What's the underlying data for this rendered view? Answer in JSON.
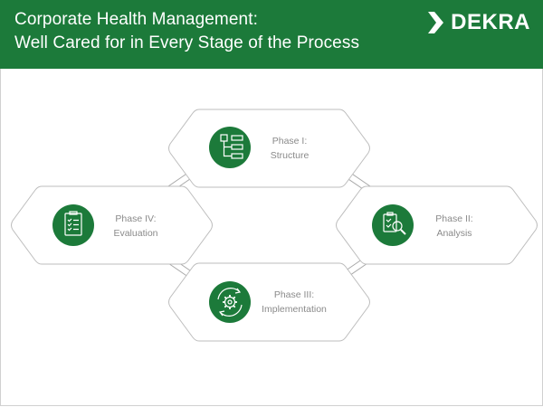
{
  "header": {
    "title_line1": "Corporate Health Management:",
    "title_line2": "Well Cared for in Every Stage of the Process",
    "logo_text": "DEKRA"
  },
  "colors": {
    "brand_green": "#1c7a3a",
    "hex_border": "#bdbdbd",
    "connector": "#a8a8a8",
    "label_text": "#8a8a8a"
  },
  "phases": [
    {
      "line1": "Phase I:",
      "line2": "Structure",
      "icon": "org-chart-icon"
    },
    {
      "line1": "Phase II:",
      "line2": "Analysis",
      "icon": "clipboard-magnifier-icon"
    },
    {
      "line1": "Phase III:",
      "line2": "Implementation",
      "icon": "gear-cycle-icon"
    },
    {
      "line1": "Phase IV:",
      "line2": "Evaluation",
      "icon": "checklist-icon"
    }
  ]
}
